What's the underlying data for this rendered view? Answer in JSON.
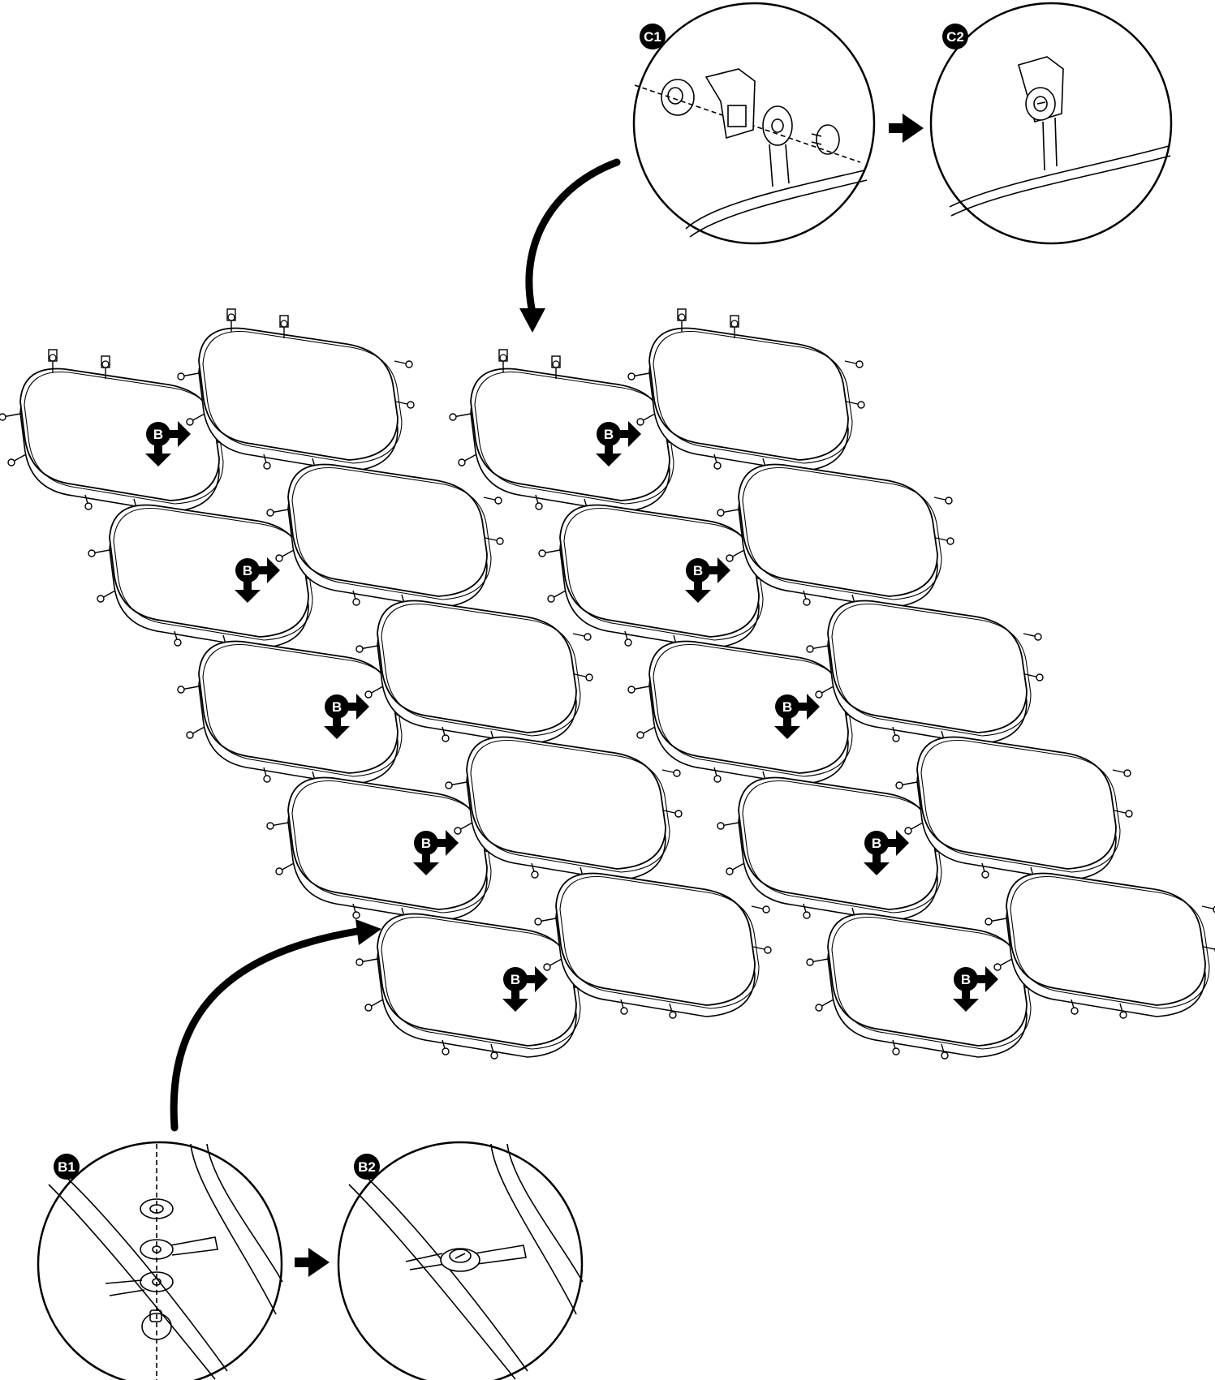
{
  "labels": {
    "c1": "C1",
    "c2": "C2",
    "b1": "B1",
    "b2": "B2",
    "b": "B"
  },
  "colors": {
    "ink": "#000000",
    "paper": "#ffffff"
  },
  "icons": [
    "curved-arrow-icon",
    "right-arrow-icon",
    "down-arrow-icon",
    "badge-icon"
  ]
}
